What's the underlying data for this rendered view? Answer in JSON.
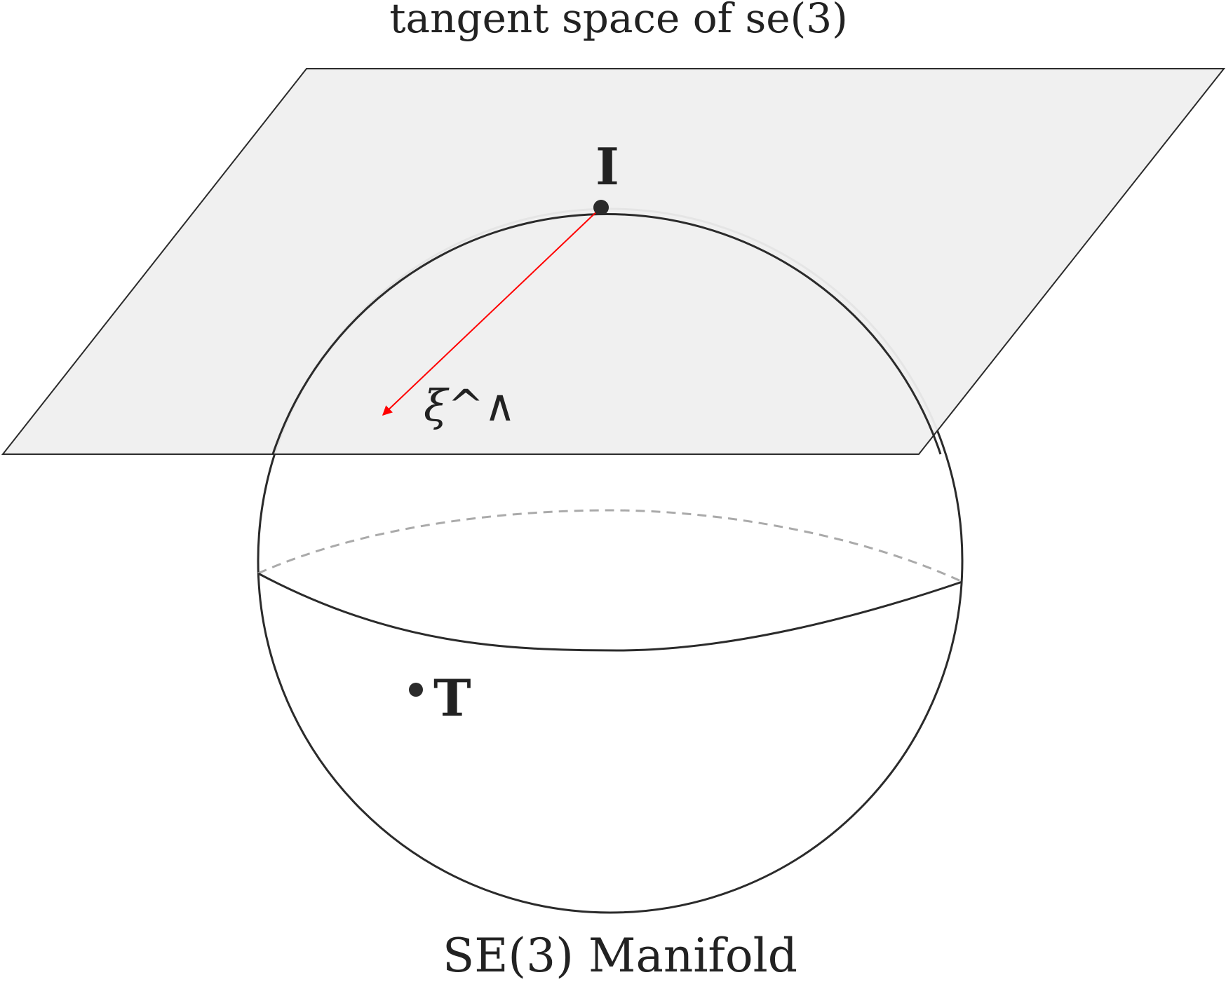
{
  "diagram": {
    "title": "tangent space of se(3)",
    "caption": "SE(3) Manifold",
    "point_identity": "I",
    "point_transform": "T",
    "vector_label": "ξ^∧",
    "colors": {
      "plane_fill": "#efefef",
      "outline": "#2b2b2b",
      "vector": "#ff0000",
      "hidden_arc": "#aaaaaa"
    }
  }
}
